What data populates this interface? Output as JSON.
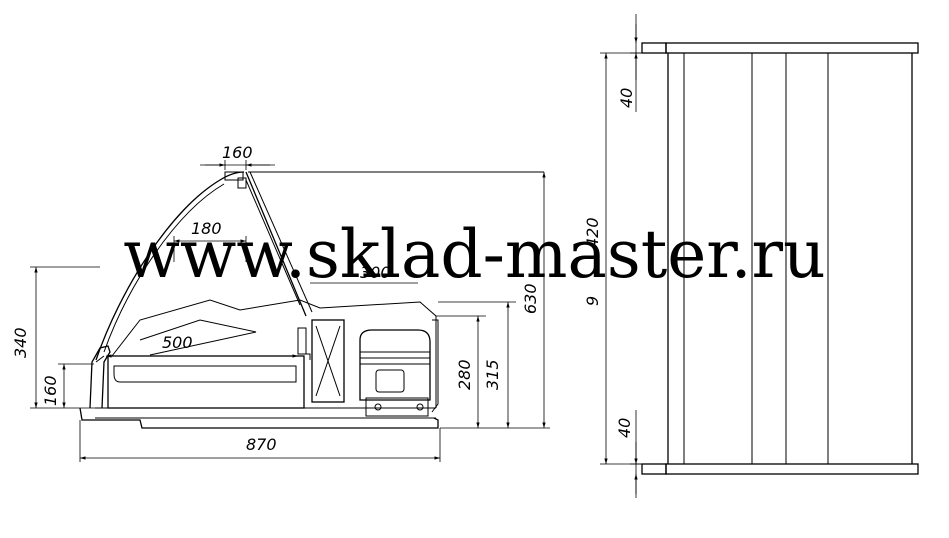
{
  "watermark": "www.sklad-master.ru",
  "dimensions": {
    "top_width": "160",
    "inner_width": "180",
    "glass_depth": "300",
    "shelf_depth": "500",
    "total_width": "870",
    "left_height": "340",
    "base_height": "160",
    "h280": "280",
    "h315": "315",
    "total_height": "630",
    "side_40_top": "40",
    "side_40_bottom": "40",
    "side_420": "420",
    "side_overlap": "9"
  },
  "colors": {
    "line": "#000000",
    "background": "#ffffff"
  }
}
